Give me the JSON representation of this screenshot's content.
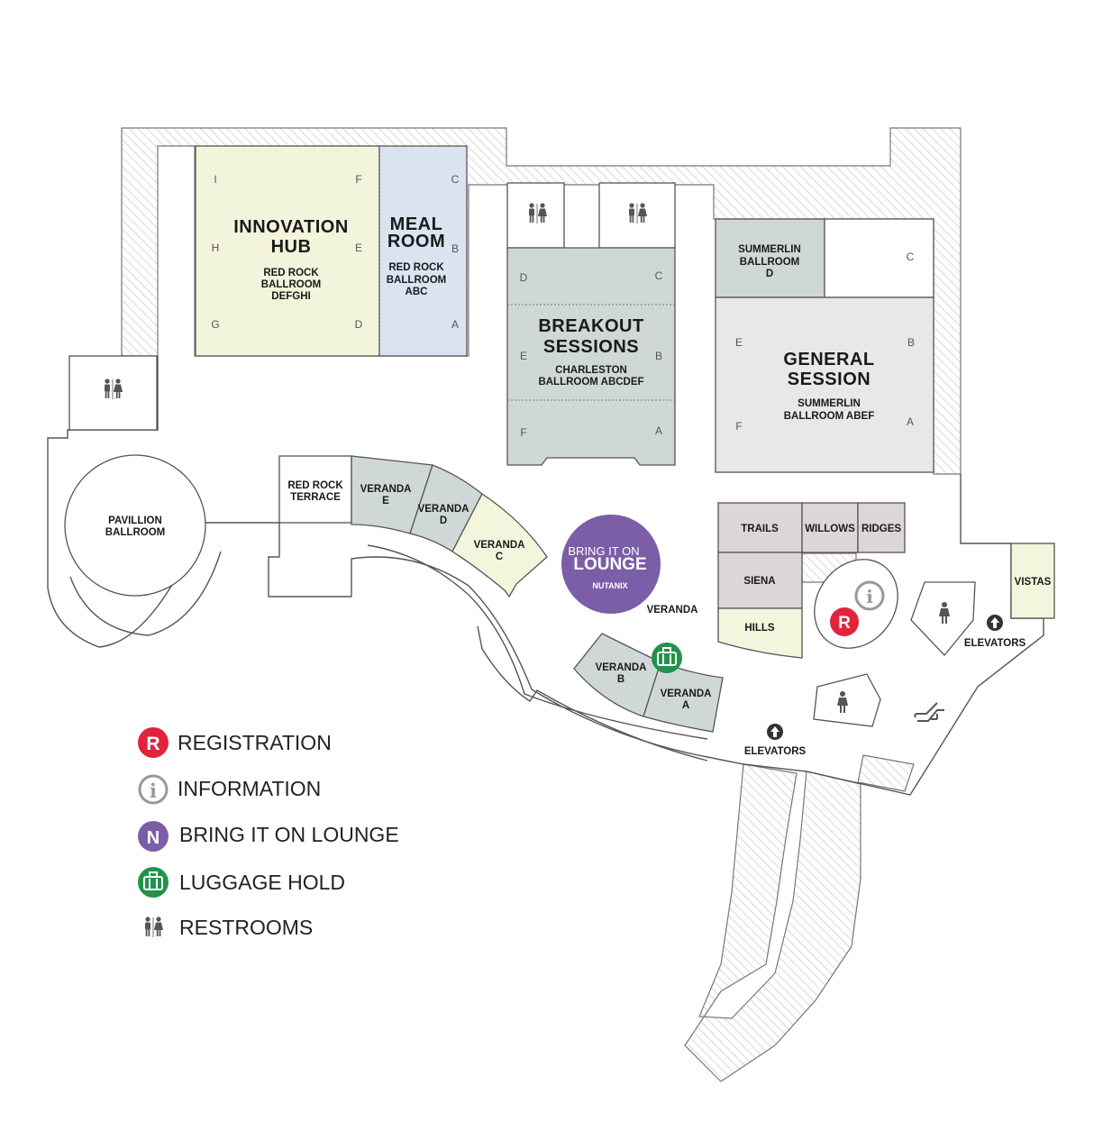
{
  "colors": {
    "innovation": "#f3f4dc",
    "meal": "#d9e4f0",
    "breakout": "#cfd8d7",
    "general": "#e8e8e8",
    "trails": "#dcd5d9",
    "hills": "#f3f5dc",
    "veranda": "#cfd8d7",
    "registration": "#e2233c",
    "information": "#999999",
    "lounge": "#7b5ea7",
    "luggage": "#23924b",
    "restroom": "#555555"
  },
  "rooms": {
    "innovation_hub": {
      "title1": "INNOVATION",
      "title2": "HUB",
      "sub1": "RED ROCK",
      "sub2": "BALLROOM",
      "sub3": "DEFGHI",
      "letters": [
        "I",
        "F",
        "H",
        "E",
        "G",
        "D"
      ]
    },
    "meal_room": {
      "title1": "MEAL",
      "title2": "ROOM",
      "sub1": "RED ROCK",
      "sub2": "BALLROOM",
      "sub3": "ABC",
      "letters": [
        "C",
        "B",
        "A"
      ]
    },
    "breakout": {
      "title1": "BREAKOUT",
      "title2": "SESSIONS",
      "sub1": "CHARLESTON",
      "sub2": "BALLROOM ABCDEF",
      "letters": [
        "D",
        "C",
        "E",
        "B",
        "F",
        "A"
      ]
    },
    "summerlin_d": {
      "l1": "SUMMERLIN",
      "l2": "BALLROOM",
      "l3": "D",
      "letter_c": "C"
    },
    "general": {
      "title1": "GENERAL",
      "title2": "SESSION",
      "sub1": "SUMMERLIN",
      "sub2": "BALLROOM ABEF",
      "letters": [
        "E",
        "B",
        "F",
        "A"
      ]
    },
    "pavillion": {
      "l1": "PAVILLION",
      "l2": "BALLROOM"
    },
    "red_rock_terrace": {
      "l1": "RED ROCK",
      "l2": "TERRACE"
    },
    "veranda_e": {
      "l1": "VERANDA",
      "l2": "E"
    },
    "veranda_d": {
      "l1": "VERANDA",
      "l2": "D"
    },
    "veranda_c": {
      "l1": "VERANDA",
      "l2": "C"
    },
    "veranda_b": {
      "l1": "VERANDA",
      "l2": "B"
    },
    "veranda_a": {
      "l1": "VERANDA",
      "l2": "A"
    },
    "veranda": "VERANDA",
    "trails": "TRAILS",
    "willows": "WILLOWS",
    "ridges": "RIDGES",
    "siena": "SIENA",
    "hills": "HILLS",
    "vistas": "VISTAS",
    "elevators_right": "ELEVATORS",
    "elevators_center": "ELEVATORS"
  },
  "lounge": {
    "l1": "BRING IT ON",
    "l2": "LOUNGE",
    "l3": "NUTANIX"
  },
  "legend": [
    {
      "icon": "registration-icon",
      "glyph": "R",
      "label": "REGISTRATION"
    },
    {
      "icon": "information-icon",
      "glyph": "i",
      "label": "INFORMATION"
    },
    {
      "icon": "lounge-icon",
      "glyph": "N",
      "label": "BRING IT ON LOUNGE"
    },
    {
      "icon": "luggage-icon",
      "glyph": "",
      "label": "LUGGAGE HOLD"
    },
    {
      "icon": "restroom-icon",
      "glyph": "",
      "label": "RESTROOMS"
    }
  ]
}
